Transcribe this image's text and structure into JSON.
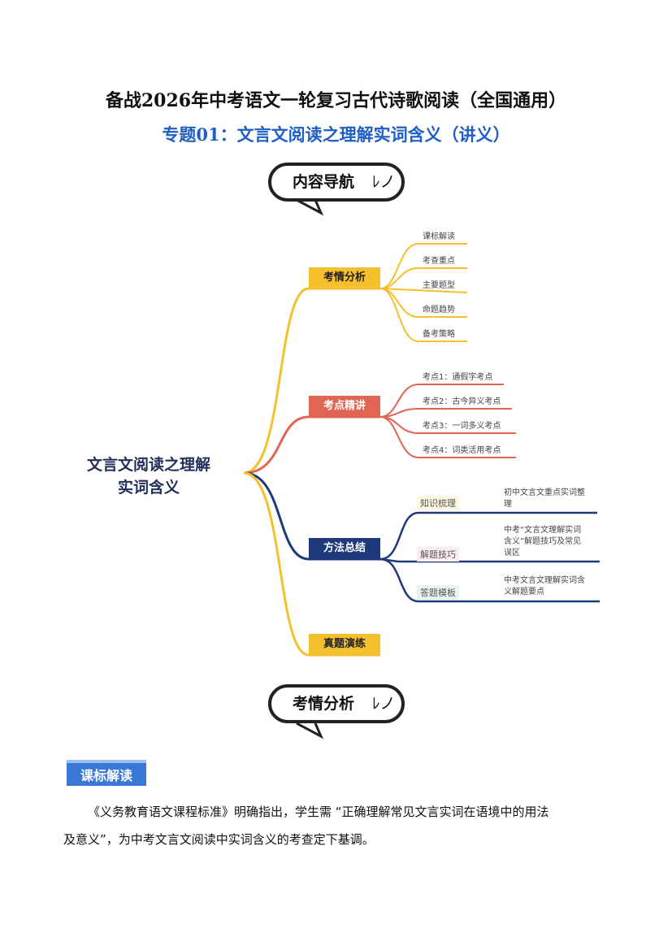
{
  "header": {
    "title": "备战2026年中考语文一轮复习古代诗歌阅读（全国通用）",
    "subtitle": "专题01：文言文阅读之理解实词含义（讲义）"
  },
  "nav_bubble": {
    "label": "内容导航"
  },
  "mindmap": {
    "root": [
      "文言文阅读之理解",
      "实词含义"
    ],
    "branches": [
      {
        "label": "考情分析",
        "leaves": [
          "课标解读",
          "考查重点",
          "主要题型",
          "命题趋势",
          "备考策略"
        ]
      },
      {
        "label": "考点精讲",
        "leaves": [
          "考点1：通假字考点",
          "考点2：古今异义考点",
          "考点3：一词多义考点",
          "考点4：词类活用考点"
        ]
      },
      {
        "label": "方法总结",
        "subs": [
          {
            "label": "知识梳理",
            "text": "初中文言文重点实词整理"
          },
          {
            "label": "解题技巧",
            "text": "中考“文言文理解实词含义”解题技巧及常见误区"
          },
          {
            "label": "答题模板",
            "text": "中考文言文理解实词含义解题要点"
          }
        ]
      },
      {
        "label": "真题演练"
      }
    ]
  },
  "section_bubble": {
    "label": "考情分析"
  },
  "badge": {
    "label": "课标解读"
  },
  "paragraph": {
    "line1": "《义务教育语文课程标准》明确指出，学生需 “正确理解常见文言实词在语境中的用法",
    "line2": "及意义”，为中考文言文阅读中实词含义的考查定下基调。"
  },
  "colors": {
    "yellow": "#f5c02e",
    "red": "#e06553",
    "navy": "#1f3a7a",
    "blue": "#1f5fc4",
    "badge": "#3a78d8"
  }
}
